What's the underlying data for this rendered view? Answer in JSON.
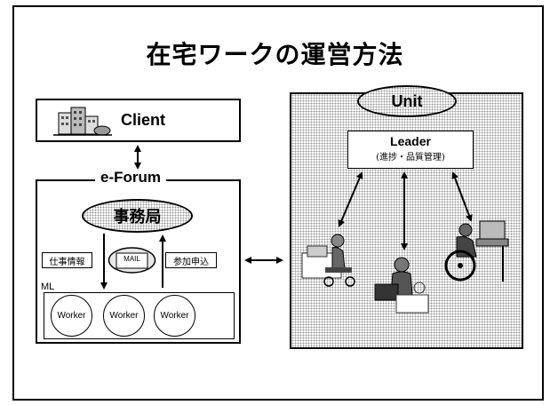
{
  "slide": {
    "title": "在宅ワークの運営方法"
  },
  "client": {
    "label": "Client",
    "icon": "building-icon"
  },
  "eforum": {
    "label": "e-Forum",
    "office": "事務局",
    "job_info": "仕事情報",
    "mail": "MAIL",
    "apply": "参加申込",
    "ml_label": "ML",
    "workers": [
      "Worker",
      "Worker",
      "Worker"
    ]
  },
  "unit": {
    "label": "Unit",
    "leader_name": "Leader",
    "leader_sub": "(進捗・品質管理)"
  },
  "colors": {
    "dots": "#9a9a9a",
    "border": "#000000"
  }
}
